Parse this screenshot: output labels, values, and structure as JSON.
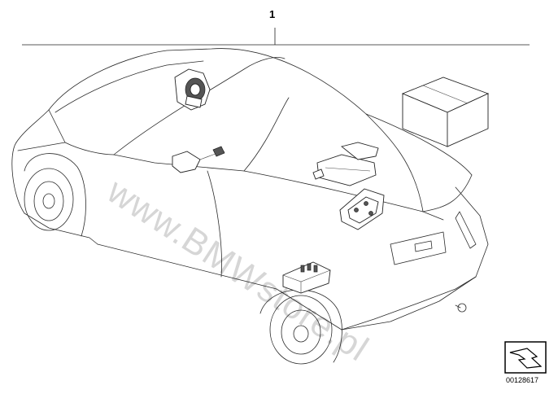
{
  "diagram": {
    "callout_label": "1",
    "watermark_text": "www.BMWstore.pl",
    "diagram_id": "00128617",
    "components": [
      {
        "name": "horn-siren-icon"
      },
      {
        "name": "ignition-lock-icon"
      },
      {
        "name": "control-module-icon"
      },
      {
        "name": "interior-sensor-icon"
      },
      {
        "name": "battery-module-icon"
      },
      {
        "name": "cardboard-box-icon"
      },
      {
        "name": "page-navigation-arrow-icon"
      }
    ]
  }
}
